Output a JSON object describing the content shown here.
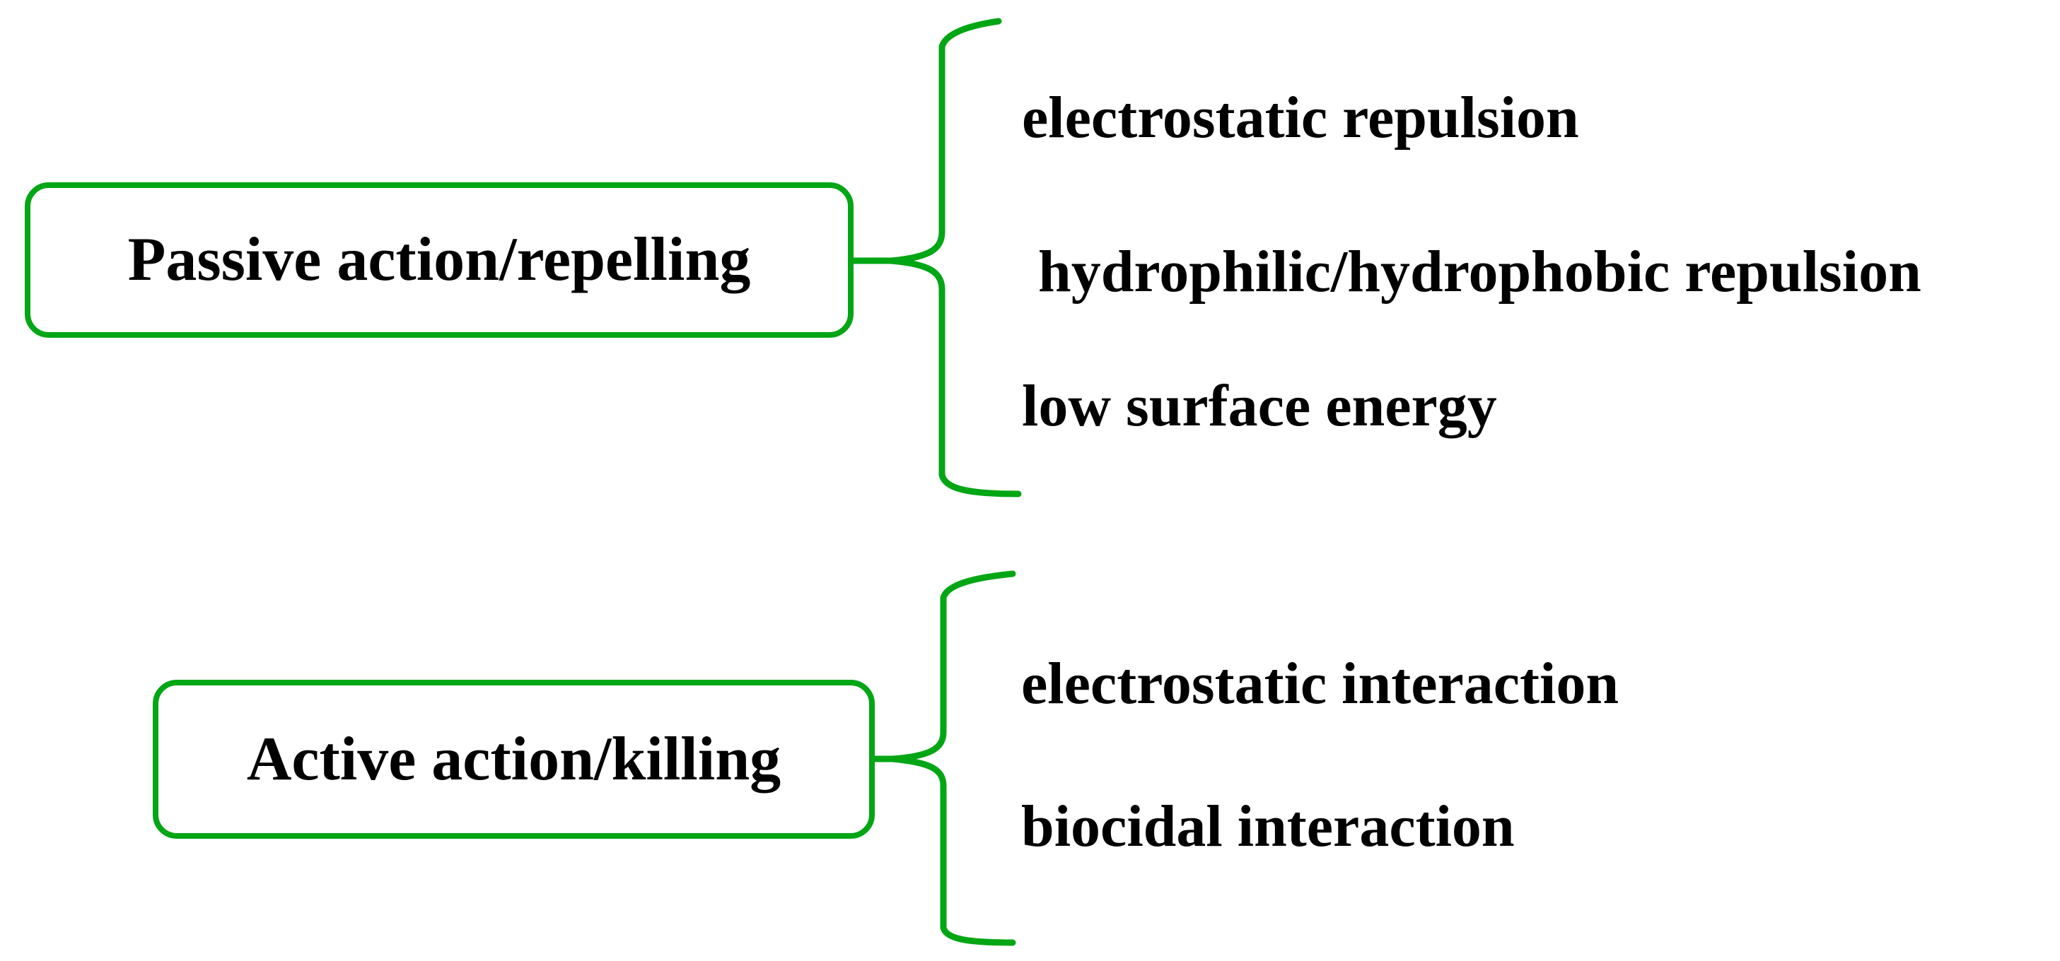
{
  "diagram": {
    "background": "#ffffff",
    "line_color": "#00a614",
    "text_color": "#000000"
  },
  "groups": [
    {
      "box_label": "Passive action/repelling",
      "items": [
        "electrostatic repulsion",
        "hydrophilic/hydrophobic repulsion",
        "low surface energy"
      ]
    },
    {
      "box_label": "Active action/killing",
      "items": [
        "electrostatic interaction",
        "biocidal interaction"
      ]
    }
  ]
}
